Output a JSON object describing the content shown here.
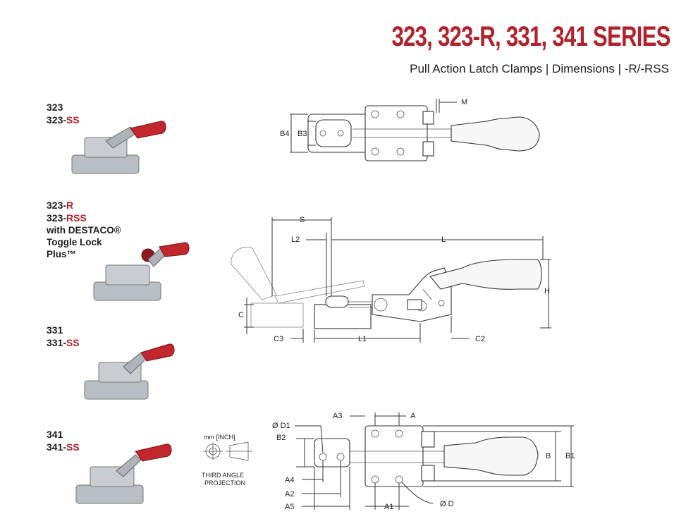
{
  "header": {
    "title": "323, 323-R, 331, 341 SERIES",
    "subtitle": "Pull Action Latch Clamps | Dimensions | -R/-RSS"
  },
  "models": [
    {
      "code": "323",
      "ss_prefix": "323-",
      "ss_suffix": "SS"
    },
    {
      "r_prefix": "323-",
      "r_suffix": "R",
      "rss_prefix": "323-",
      "rss_suffix": "RSS",
      "note1": "with DESTACO®",
      "note2": "Toggle Lock",
      "note3": "Plus™"
    },
    {
      "code": "331",
      "ss_prefix": "331-",
      "ss_suffix": "SS"
    },
    {
      "code": "341",
      "ss_prefix": "341-",
      "ss_suffix": "SS"
    }
  ],
  "projection": {
    "units": "mm [INCH]",
    "label1": "THIRD ANGLE",
    "label2": "PROJECTION"
  },
  "dimensions": {
    "top_view": {
      "M": "M",
      "B4": "B4",
      "B3": "B3"
    },
    "side_view": {
      "S": "S",
      "L2": "L2",
      "L": "L",
      "H": "H",
      "C": "C",
      "C3": "C3",
      "L1": "L1",
      "C2": "C2"
    },
    "bottom_view": {
      "A3": "A3",
      "A": "A",
      "D1": "Ø D1",
      "B2": "B2",
      "A4": "A4",
      "A2": "A2",
      "A5": "A5",
      "A1": "A1",
      "D": "Ø D",
      "B": "B",
      "B1": "B1"
    }
  },
  "colors": {
    "accent": "#b0222c"
  }
}
